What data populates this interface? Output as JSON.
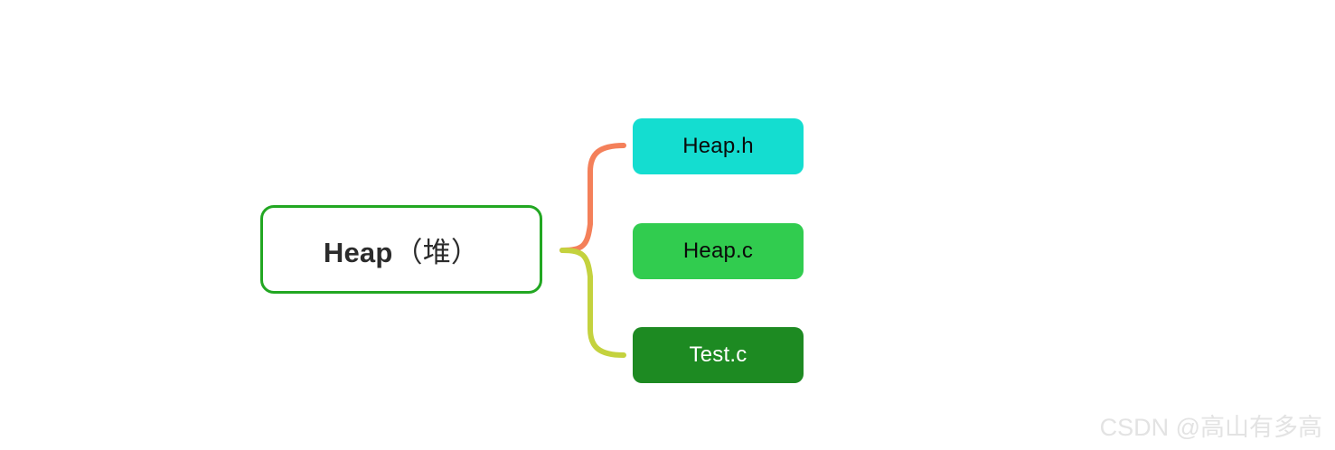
{
  "diagram": {
    "type": "mindmap",
    "background": "#ffffff",
    "root": {
      "text": "Heap（堆）",
      "text_latin": "Heap",
      "text_paren": "（堆）",
      "border_color": "#22a722",
      "fill_color": "#ffffff",
      "text_color": "#2b2b2b"
    },
    "children": [
      {
        "label": "Heap.h",
        "fill_color": "#14ddd0",
        "text_color": "#0a0a0a",
        "connector_color": "#f4805a"
      },
      {
        "label": "Heap.c",
        "fill_color": "#31cc4f",
        "text_color": "#0a0a0a",
        "connector_color": "#f4805a"
      },
      {
        "label": "Test.c",
        "fill_color": "#1d8a22",
        "text_color": "#ffffff",
        "connector_color": "#c4d23e"
      }
    ],
    "connectors": [
      {
        "name": "root-to-heap-h",
        "color": "#f4805a"
      },
      {
        "name": "root-to-test-c",
        "color": "#c4d23e"
      }
    ]
  },
  "watermark": {
    "text": "CSDN @高山有多高",
    "color": "#e3e3e3"
  }
}
